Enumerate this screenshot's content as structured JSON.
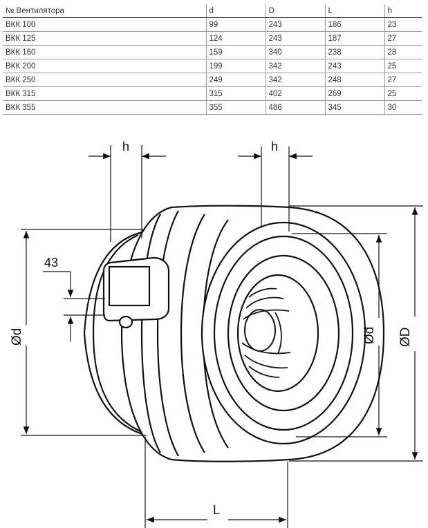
{
  "table": {
    "headers": [
      "№ Вентилятора",
      "d",
      "D",
      "L",
      "h"
    ],
    "rows": [
      [
        "ВКК 100",
        "99",
        "243",
        "186",
        "23"
      ],
      [
        "ВКК 125",
        "124",
        "243",
        "187",
        "27"
      ],
      [
        "ВКК 160",
        "159",
        "340",
        "238",
        "28"
      ],
      [
        "ВКК 200",
        "199",
        "342",
        "243",
        "25"
      ],
      [
        "ВКК 250",
        "249",
        "342",
        "248",
        "27"
      ],
      [
        "ВКК 315",
        "315",
        "402",
        "269",
        "25"
      ],
      [
        "ВКК 355",
        "355",
        "486",
        "345",
        "30"
      ]
    ]
  },
  "drawing": {
    "label_h_left": "h",
    "label_h_right": "h",
    "label_43": "43",
    "label_d_left": "Ød",
    "label_d_right": "Ød",
    "label_D": "ØD",
    "label_L": "L"
  }
}
